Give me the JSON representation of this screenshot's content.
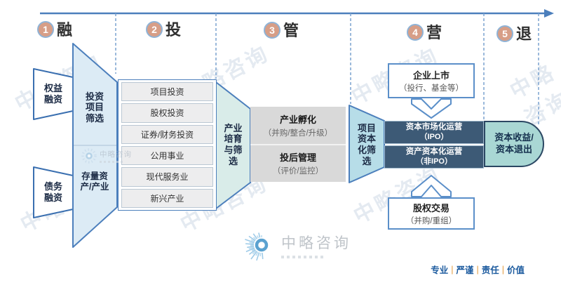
{
  "stages": [
    {
      "num": "1",
      "label": "融"
    },
    {
      "num": "2",
      "label": "投"
    },
    {
      "num": "3",
      "label": "管"
    },
    {
      "num": "4",
      "label": "营"
    },
    {
      "num": "5",
      "label": "退"
    }
  ],
  "left_inputs": {
    "equity": "权益\n融资",
    "debt": "债务\n融资"
  },
  "funnel": {
    "top": "投资\n项目\n筛选",
    "bottom": "存量资\n产/产业"
  },
  "investment_rows": [
    "项目投资",
    "股权投资",
    "证券/财务投资",
    "公用事业",
    "现代服务业",
    "新兴产业"
  ],
  "cultivation_bar": "产业\n培育\n与筛\n选",
  "incubation": {
    "title": "产业孵化",
    "sub": "（并购/整合/升级）"
  },
  "post_invest": {
    "title": "投后管理",
    "sub": "（评价/监控）"
  },
  "capitalization_bar": "项目\n资本\n化筛\n选",
  "operation": {
    "market": {
      "title": "资本市场化运营",
      "sub": "（IPO）"
    },
    "asset": {
      "title": "资产资本化运营",
      "sub": "（非IPO）"
    }
  },
  "exit_capsule": "资本收益/\n资本退出",
  "listing_box": {
    "title": "企业上市",
    "sub": "（投行、基金等）"
  },
  "equity_trade_box": {
    "title": "股权交易",
    "sub": "（并购/重组）"
  },
  "logo": {
    "name": "中略咨询"
  },
  "watermark_text": "中略咨询",
  "slogan": {
    "items": [
      "专业",
      "严谨",
      "责任",
      "价值"
    ],
    "separator": "|"
  },
  "colors": {
    "accent_blue": "#4c7fbc",
    "stage_circle": "#d79e87",
    "dark_box": "#3d5a76",
    "capsule_fill": "#a9d7d4",
    "funnel_fill": "#dcebf5",
    "teal_bar": "#d9ece9",
    "blue_bar": "#b7dde8",
    "gray_box": "#d9d9d9",
    "slogan_blue": "#1b5a9e",
    "separator_orange": "#e29a3c"
  }
}
